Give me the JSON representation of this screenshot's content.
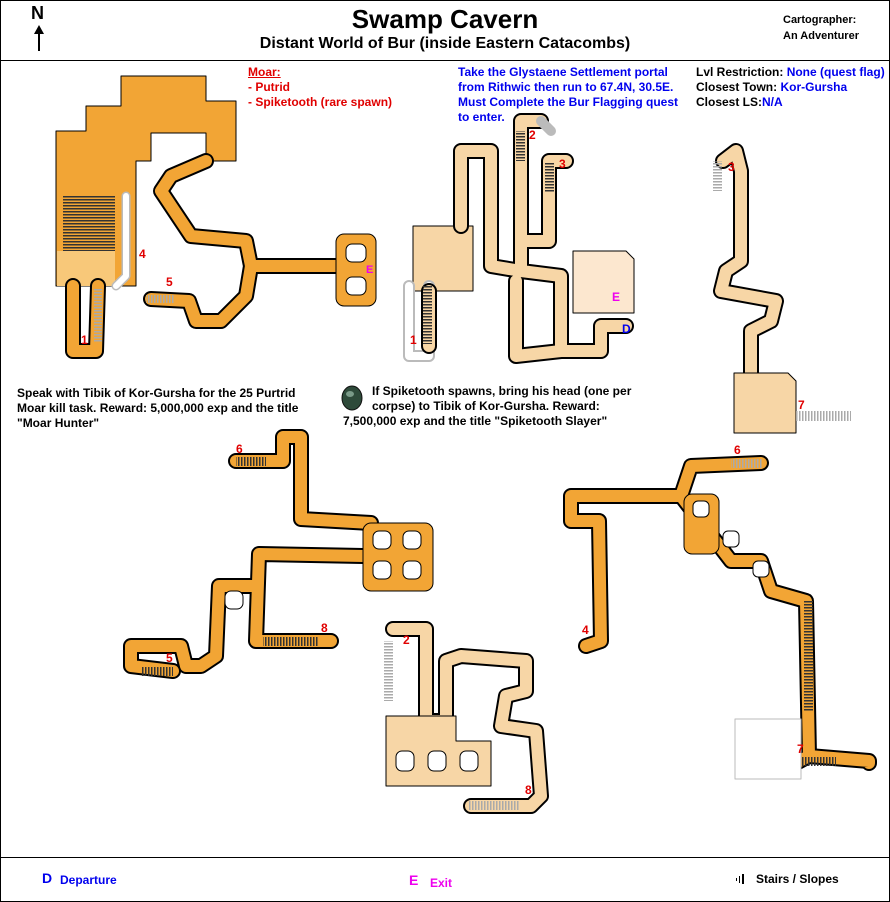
{
  "header": {
    "title": "Swamp Cavern",
    "subtitle": "Distant World of Bur (inside Eastern Catacombs)",
    "compass": "N",
    "cartographer_label": "Cartographer:",
    "cartographer": "An Adventurer"
  },
  "mobs": {
    "heading": "Moar:",
    "items": [
      "- Putrid",
      "- Spiketooth (rare spawn)"
    ]
  },
  "directions": [
    "Take the Glystaene Settlement portal",
    "from Rithwic then run to 67.4N, 30.5E.",
    "Must Complete the Bur Flagging quest",
    "to enter."
  ],
  "info": {
    "lvl_label": "Lvl Restriction: ",
    "lvl": "None (quest flag)",
    "town_label": "Closest Town: ",
    "town": "Kor-Gursha",
    "ls_label": "Closest LS:",
    "ls": "N/A"
  },
  "quest1": [
    "Speak with Tibik of Kor-Gursha for the 25 Purtrid",
    "Moar kill task. Reward: 5,000,000 exp and the title",
    "\"Moar Hunter\""
  ],
  "quest2": [
    "If Spiketooth spawns, bring his head (one per",
    "corpse) to Tibik of Kor-Gursha. Reward:",
    "7,500,000 exp and the title \"Spiketooth Slayer\""
  ],
  "markers": {
    "exit": "E",
    "departure": "D",
    "n1": "1",
    "n2": "2",
    "n3": "3",
    "n4": "4",
    "n5": "5",
    "n6": "6",
    "n7": "7",
    "n8": "8"
  },
  "legend": {
    "d": "D",
    "departure": "Departure",
    "e": "E",
    "exit": "Exit",
    "stairs": "Stairs / Slopes"
  },
  "colors": {
    "dark": "#F2A535",
    "light": "#F7D6A6",
    "pale": "#FCE7CF"
  }
}
